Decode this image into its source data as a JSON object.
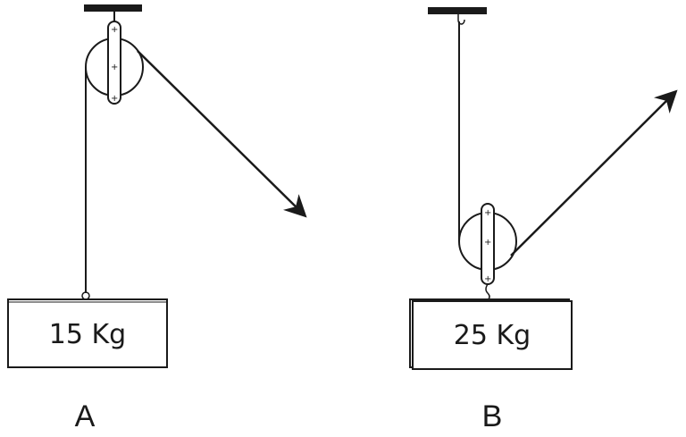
{
  "colors": {
    "ink": "#1a1a1a",
    "background": "#ffffff"
  },
  "system_a": {
    "label": "A",
    "mass_label": "15 Kg",
    "pulley": "fixed-pulley",
    "pull_direction": "down-right"
  },
  "system_b": {
    "label": "B",
    "mass_label": "25 Kg",
    "pulley": "movable-pulley",
    "pull_direction": "up-right"
  }
}
